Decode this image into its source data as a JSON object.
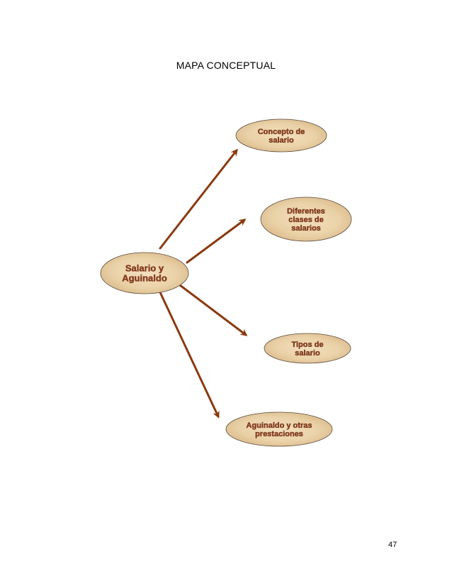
{
  "title": "MAPA CONCEPTUAL",
  "page_number": "47",
  "colors": {
    "arrow": "#8b3a10",
    "node_fill_center": "#f7e3c1",
    "node_fill_edge": "#d9b98b",
    "node_border": "#5a4a3a",
    "node_text": "#8a3a1a"
  },
  "diagram": {
    "center": {
      "id": "salario-aguinaldo",
      "lines": [
        "Salario y",
        "Aguinaldo"
      ]
    },
    "nodes": [
      {
        "id": "concepto-salario",
        "lines": [
          "Concepto de",
          "salario"
        ]
      },
      {
        "id": "diferentes-clases",
        "lines": [
          "Diferentes",
          "clases de",
          "salarios"
        ]
      },
      {
        "id": "tipos-salario",
        "lines": [
          "Tipos de",
          "salario"
        ]
      },
      {
        "id": "aguinaldo-prestaciones",
        "lines": [
          "Aguinaldo y otras",
          "prestaciones"
        ]
      }
    ],
    "edges": [
      {
        "from": "salario-aguinaldo",
        "to": "concepto-salario"
      },
      {
        "from": "salario-aguinaldo",
        "to": "diferentes-clases"
      },
      {
        "from": "salario-aguinaldo",
        "to": "tipos-salario"
      },
      {
        "from": "salario-aguinaldo",
        "to": "aguinaldo-prestaciones"
      }
    ]
  }
}
